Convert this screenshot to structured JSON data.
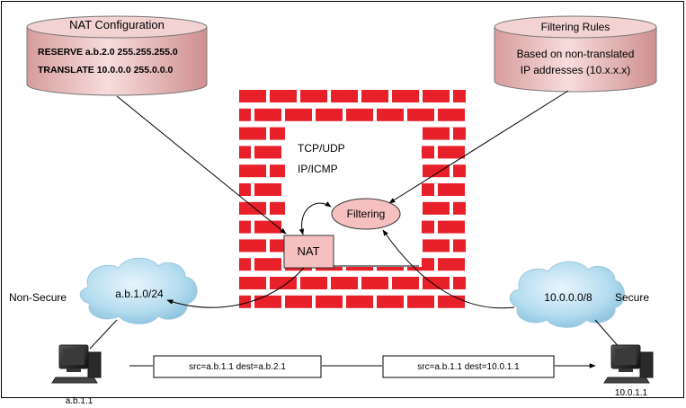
{
  "nat_config": {
    "title": "NAT Configuration",
    "line1": "RESERVE a.b.2.0 255.255.255.0",
    "line2": "TRANSLATE 10.0.0.0 255.0.0.0"
  },
  "filter_rules": {
    "title": "Filtering Rules",
    "line1": "Based on non-translated",
    "line2": "IP addresses (10.x.x.x)"
  },
  "firewall": {
    "protocol1": "TCP/UDP",
    "protocol2": "IP/ICMP",
    "filtering": "Filtering",
    "nat": "NAT"
  },
  "networks": {
    "nonsecure_label": "Non-Secure",
    "nonsecure_net": "a.b.1.0/24",
    "secure_label": "Secure",
    "secure_net": "10.0.0.0/8"
  },
  "packets": {
    "left": "src=a.b.1.1 dest=a.b.2.1",
    "right": "src=a.b.1.1 dest=10.0.1.1"
  },
  "hosts": {
    "left": "a.b.1.1",
    "right": "10.0.1.1"
  },
  "colors": {
    "brick": "#e8202a",
    "cylinder": "#f2c7c7",
    "filter_fill": "#f6c0c0",
    "nat_fill": "#f6c0c0",
    "cloud": "#a9d4ea"
  }
}
